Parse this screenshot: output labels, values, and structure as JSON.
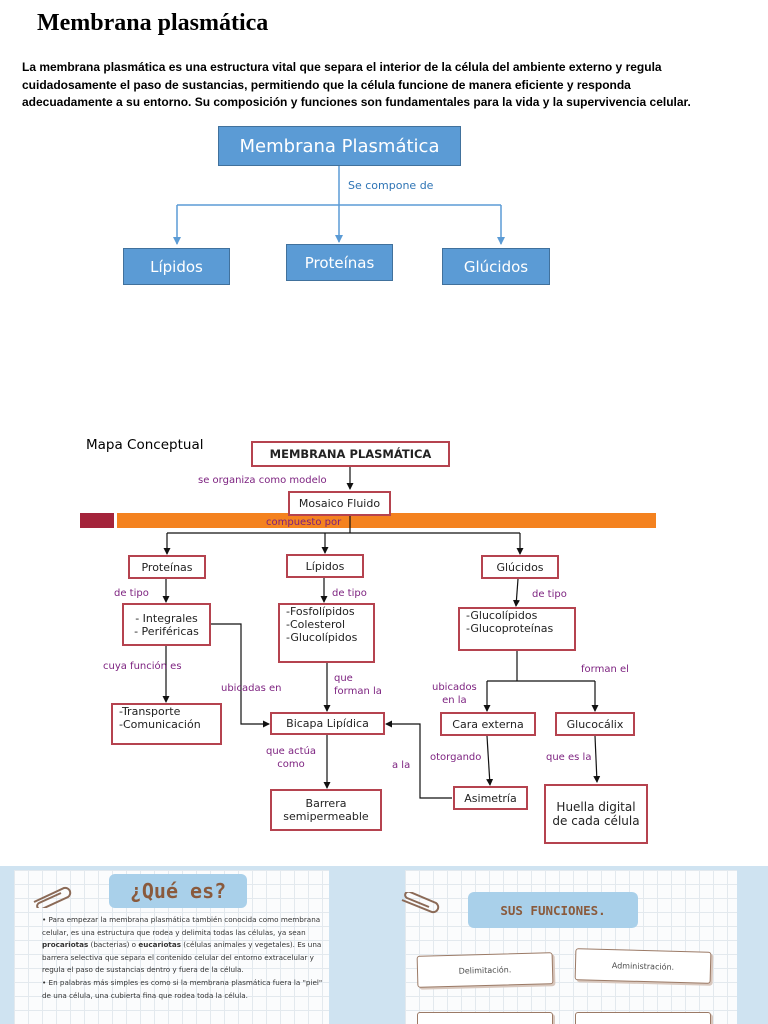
{
  "document": {
    "title": "Membrana plasmática",
    "intro": "La membrana plasmática es una estructura vital que separa el interior de la célula del ambiente externo y regula cuidadosamente el paso de sustancias, permitiendo que la célula funcione de manera eficiente y responda adecuadamente a su entorno. Su composición y funciones son fundamentales para la vida y la supervivencia celular."
  },
  "diagram1": {
    "root": "Membrana Plasmática",
    "connector": "Se compone de",
    "children": [
      "Lípidos",
      "Proteínas",
      "Glúcidos"
    ]
  },
  "concept_map": {
    "heading": "Mapa Conceptual",
    "nodes": {
      "root": "MEMBRANA PLASMÁTICA",
      "mosaico": "Mosaico Fluido",
      "proteinas": "Proteínas",
      "lipidos": "Lípidos",
      "glucidos": "Glúcidos",
      "integrales": [
        "- Integrales",
        "- Periféricas"
      ],
      "fosfolipidos": [
        "-Fosfolípidos",
        "-Colesterol",
        "-Glucolípidos"
      ],
      "glucolipidos": [
        "-Glucolípidos",
        "-Glucoproteínas"
      ],
      "transporte": [
        "-Transporte",
        "-Comunicación"
      ],
      "bicapa": "Bicapa Lipídica",
      "cara_externa": "Cara externa",
      "glucocalix": "Glucocálix",
      "barrera": [
        "Barrera",
        "semipermeable"
      ],
      "asimetria": "Asimetría",
      "huella": [
        "Huella digital",
        "de cada célula"
      ]
    },
    "labels": {
      "organiza": "se organiza como modelo",
      "compuesto": "compuesto por",
      "tipo1": "de tipo",
      "tipo2": "de tipo",
      "tipo3": "de tipo",
      "cuya": "cuya función es",
      "ubicadas": "ubicadas en",
      "que_forman": [
        "que",
        "forman la"
      ],
      "ubicados": [
        "ubicados",
        "en la"
      ],
      "forman_el": "forman el",
      "que_actua": [
        "que actúa",
        "como"
      ],
      "a_la": "a la",
      "otorgando": "otorgando",
      "que_es": "que es la"
    },
    "colors": {
      "node_border": "#b5434f",
      "label": "#7b1f7e",
      "bar_red": "#a4243b",
      "bar_orange": "#f4821f"
    }
  },
  "slides": {
    "que_es": {
      "title": "¿Qué es?",
      "bullet1_parts": [
        "Para empezar la membrana plasmática también conocida como membrana celular, es una estructura que rodea y delimita todas las células, ya sean ",
        "procariotas",
        " (bacterias) o ",
        "eucariotas",
        " (células animales y vegetales). Es una barrera selectiva que separa el contenido celular del entorno extracelular y regula el paso de sustancias dentro y fuera de la célula."
      ],
      "bullet2": "En palabras más simples es como si la membrana plasmática fuera la \"piel\" de una célula, una cubierta fina que rodea toda la célula."
    },
    "funciones": {
      "title": "SUS FUNCIONES.",
      "items": [
        "Delimitación.",
        "Administración."
      ]
    }
  }
}
